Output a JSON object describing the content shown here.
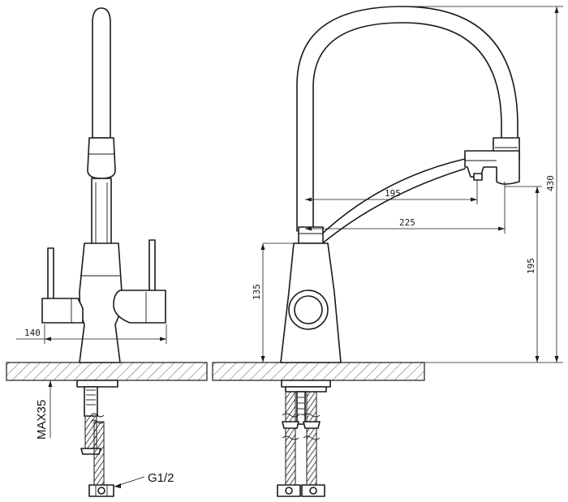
{
  "dimensions": {
    "base_width": "140",
    "mount_max": "MAX35",
    "thread": "G1/2",
    "side_body_height": "135",
    "side_reach_inner": "195",
    "side_reach_outer": "225",
    "side_outlet_height": "195",
    "side_total_height": "430"
  },
  "colors": {
    "line": "#1a1a1a",
    "background": "#ffffff"
  }
}
